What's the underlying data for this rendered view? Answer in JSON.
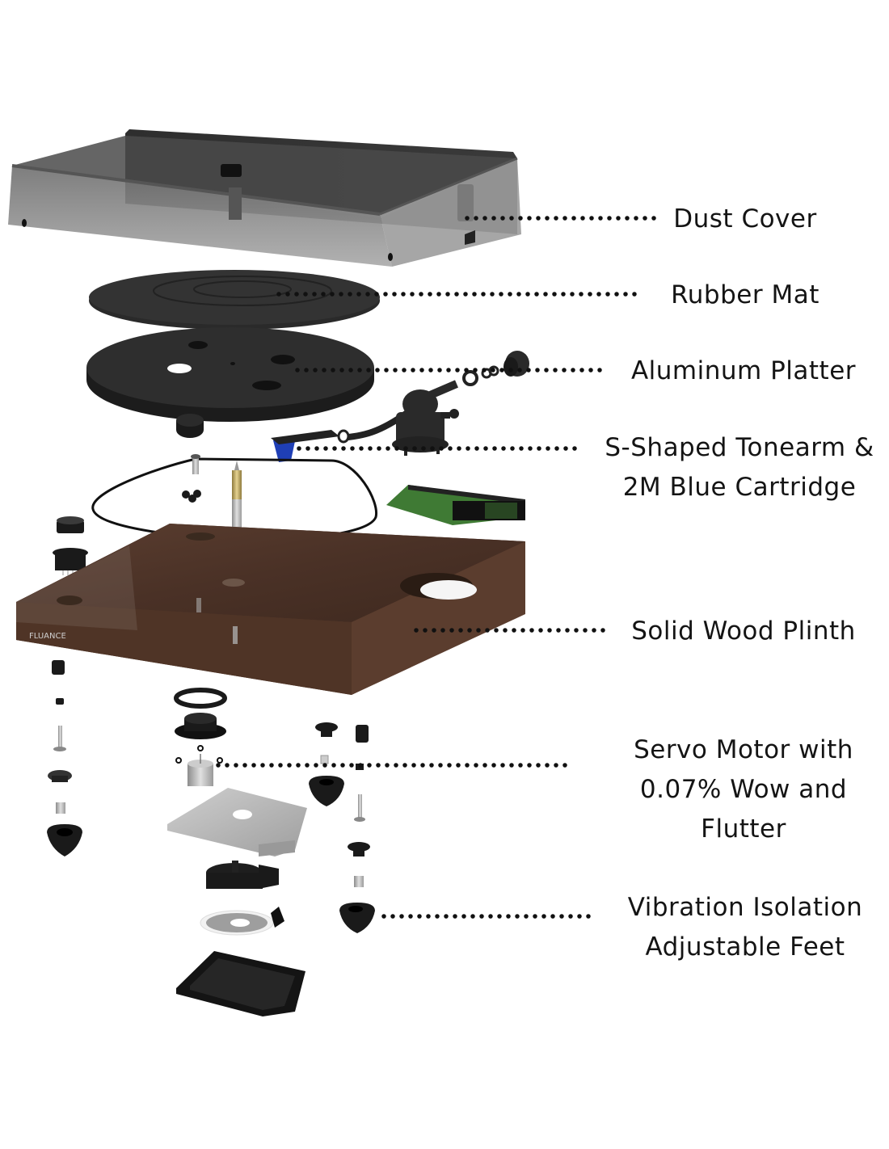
{
  "diagram": {
    "subject": "Turntable exploded view",
    "brand_mark": "FLUANCE",
    "colors": {
      "leader_dots": "#111111",
      "label_text": "#141414",
      "wood": "#4a2f22",
      "wood_light": "#6b4a38",
      "part_black": "#1e1e1e",
      "dust_cover": "#8a8a8a",
      "cartridge_blue": "#1f3fb5",
      "pcb_green": "#3f7a34",
      "metal": "#b9b9b9"
    },
    "callouts": [
      {
        "id": "dust-cover",
        "lines": [
          "Dust Cover"
        ]
      },
      {
        "id": "rubber-mat",
        "lines": [
          "Rubber Mat"
        ]
      },
      {
        "id": "aluminum-platter",
        "lines": [
          "Aluminum Platter"
        ]
      },
      {
        "id": "tonearm-cartridge",
        "lines": [
          "S-Shaped Tonearm &",
          "2M Blue Cartridge"
        ]
      },
      {
        "id": "wood-plinth",
        "lines": [
          "Solid Wood Plinth"
        ]
      },
      {
        "id": "servo-motor",
        "lines": [
          "Servo Motor with",
          "0.07% Wow and",
          "Flutter"
        ]
      },
      {
        "id": "isolation-feet",
        "lines": [
          "Vibration Isolation",
          "Adjustable Feet"
        ]
      }
    ]
  }
}
